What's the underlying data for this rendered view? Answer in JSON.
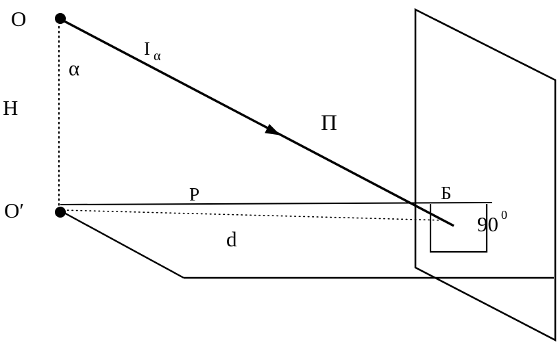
{
  "diagram": {
    "labels": {
      "origin_top": "O",
      "origin_bottom": "O′",
      "height": "H",
      "alpha": "α",
      "ray_symbol": "I",
      "ray_subscript": "α",
      "plane_pi": "П",
      "line_p": "P",
      "distance_d": "d",
      "point_b": "Б",
      "angle_value": "90",
      "angle_superscript": "0"
    },
    "colors": {
      "stroke": "#000000",
      "background": "#ffffff"
    }
  }
}
